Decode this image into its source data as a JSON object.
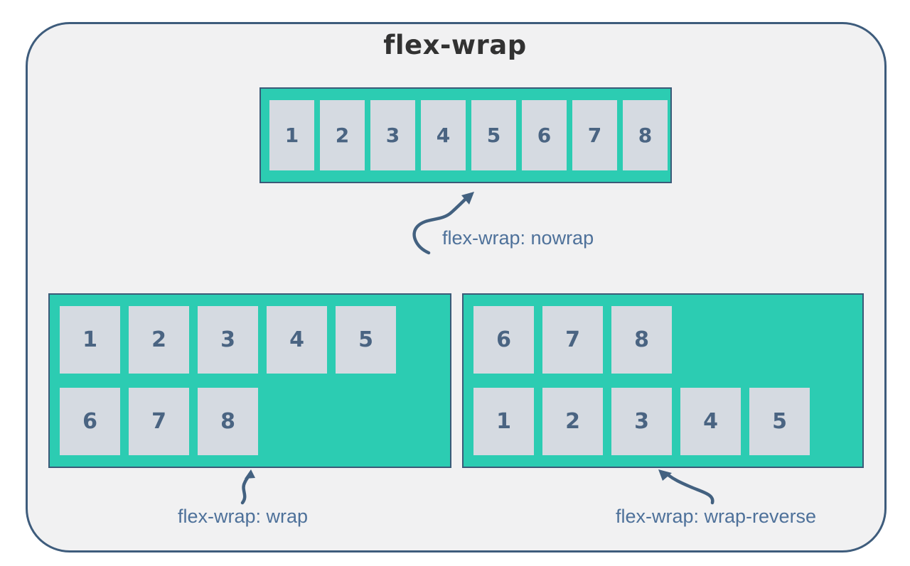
{
  "title": "flex-wrap",
  "colors": {
    "frame_bg": "#f1f1f2",
    "frame_border": "#3e5c7c",
    "container_bg": "#2cccb2",
    "container_border": "#3b5a78",
    "item_bg": "#d5dae1",
    "item_number": "#4a6482",
    "label_text": "#4e719a",
    "arrow": "#436180",
    "title_text": "#323232"
  },
  "containers": {
    "nowrap": {
      "label": "flex-wrap: nowrap",
      "items": [
        "1",
        "2",
        "3",
        "4",
        "5",
        "6",
        "7",
        "8"
      ]
    },
    "wrap": {
      "label": "flex-wrap: wrap",
      "items": [
        "1",
        "2",
        "3",
        "4",
        "5",
        "6",
        "7",
        "8"
      ]
    },
    "wrap_reverse": {
      "label": "flex-wrap: wrap-reverse",
      "items": [
        "1",
        "2",
        "3",
        "4",
        "5",
        "6",
        "7",
        "8"
      ]
    }
  }
}
